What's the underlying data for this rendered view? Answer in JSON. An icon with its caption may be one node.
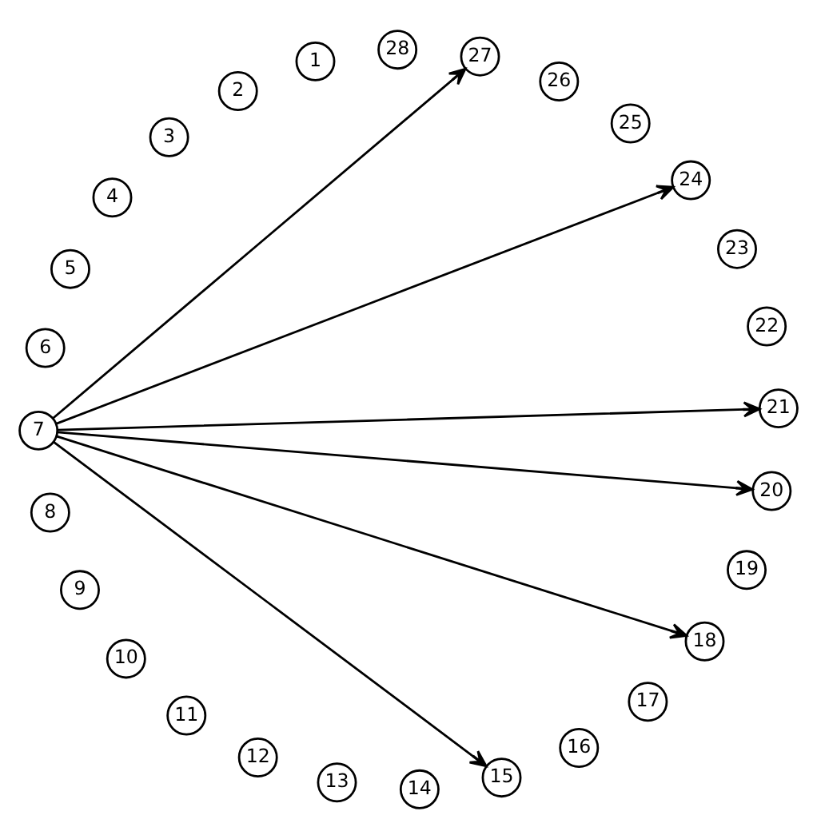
{
  "diagram": {
    "nodes": [
      {
        "text": [
          "1"
        ]
      },
      {
        "text": [
          "2"
        ]
      },
      {
        "text": [
          "3"
        ]
      },
      {
        "text": [
          "4"
        ]
      },
      {
        "text": [
          "5"
        ]
      },
      {
        "text": [
          "6"
        ]
      },
      {
        "text": [
          "7"
        ]
      },
      {
        "text": [
          "8"
        ]
      },
      {
        "text": [
          "9"
        ]
      },
      {
        "text": [
          "10"
        ]
      },
      {
        "text": [
          "11"
        ]
      },
      {
        "text": [
          "12"
        ]
      },
      {
        "text": [
          "13"
        ]
      },
      {
        "text": [
          "14"
        ]
      },
      {
        "text": [
          "15"
        ]
      },
      {
        "text": [
          "16"
        ]
      },
      {
        "text": [
          "17"
        ]
      },
      {
        "text": [
          "18"
        ]
      },
      {
        "text": [
          "19"
        ]
      },
      {
        "text": [
          "20"
        ]
      },
      {
        "text": [
          "21"
        ]
      },
      {
        "text": [
          "22"
        ]
      },
      {
        "text": [
          "23"
        ]
      },
      {
        "text": [
          "24"
        ]
      },
      {
        "text": [
          "25"
        ]
      },
      {
        "text": [
          "26"
        ]
      },
      {
        "text": [
          "27"
        ]
      },
      {
        "text": [
          "28"
        ]
      }
    ],
    "edges": [
      {
        "from": 6,
        "to": 26,
        "arrow": "to"
      },
      {
        "from": 6,
        "to": 23,
        "arrow": "to"
      },
      {
        "from": 6,
        "to": 20,
        "arrow": "to"
      },
      {
        "from": 6,
        "to": 19,
        "arrow": "to"
      },
      {
        "from": 6,
        "to": 17,
        "arrow": "to"
      },
      {
        "from": 6,
        "to": 14,
        "arrow": "to"
      }
    ]
  }
}
